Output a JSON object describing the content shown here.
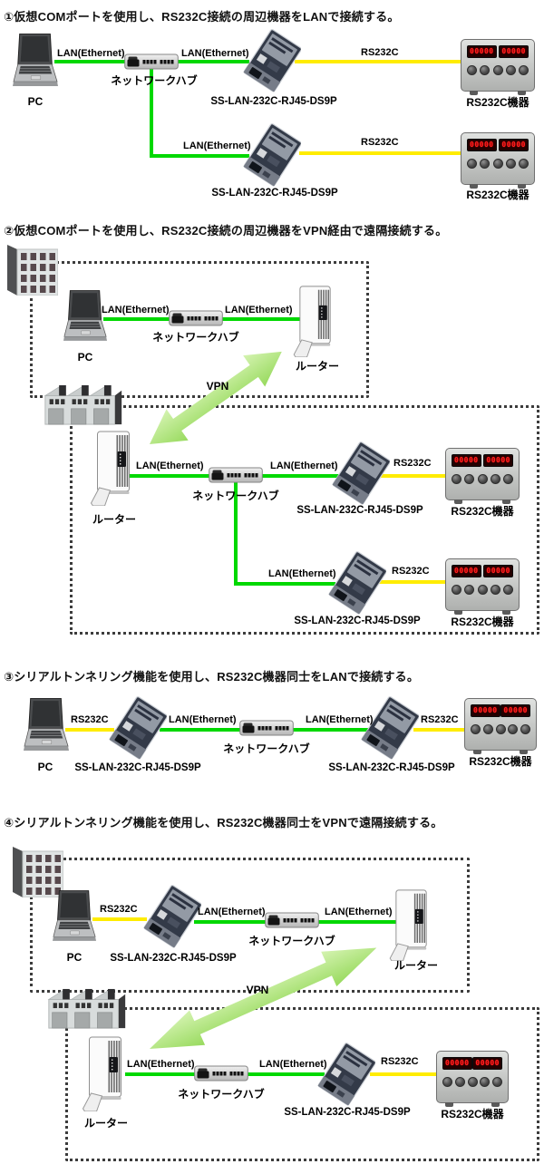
{
  "sections": [
    {
      "title": "①仮想COMポートを使用し、RS232C接続の周辺機器をLANで接続する。"
    },
    {
      "title": "②仮想COMポートを使用し、RS232C接続の周辺機器をVPN経由で遠隔接続する。"
    },
    {
      "title": "③シリアルトンネリング機能を使用し、RS232C機器同士をLANで接続する。"
    },
    {
      "title": "④シリアルトンネリング機能を使用し、RS232C機器同士をVPNで遠隔接続する。"
    }
  ],
  "labels": {
    "pc": "PC",
    "hub": "ネットワークハブ",
    "converter": "SS-LAN-232C-RJ45-DS9P",
    "rs232c_device": "RS232C機器",
    "router": "ルーター",
    "lan": "LAN(Ethernet)",
    "rs232c": "RS232C",
    "vpn": "VPN"
  },
  "led_value": "00000",
  "colors": {
    "lan_line": "#00d800",
    "rs232c_line": "#ffec00",
    "vpn_arrow": "#aee178",
    "dotted_border": "#3c3c3c",
    "led_text": "#ff2020"
  }
}
